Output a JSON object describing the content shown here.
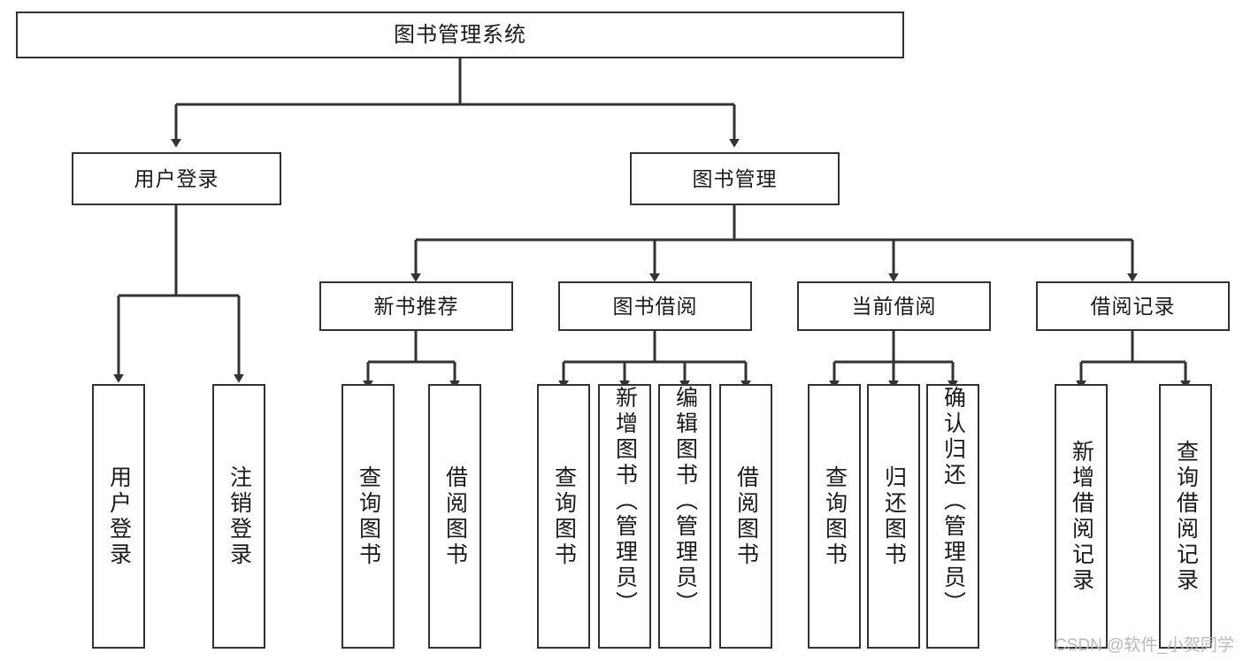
{
  "diagram": {
    "title": "图书管理系统",
    "type": "tree-hierarchy-chart",
    "root": {
      "label": "图书管理系统"
    },
    "level2": [
      {
        "label": "用户登录"
      },
      {
        "label": "图书管理"
      }
    ],
    "level3": [
      {
        "label": "新书推荐"
      },
      {
        "label": "图书借阅"
      },
      {
        "label": "当前借阅"
      },
      {
        "label": "借阅记录"
      }
    ],
    "leaves": {
      "user_login": [
        {
          "label": "用户登录"
        },
        {
          "label": "注销登录"
        }
      ],
      "new_book_recommend": [
        {
          "label": "查询图书"
        },
        {
          "label": "借阅图书"
        }
      ],
      "book_borrow": [
        {
          "label": "查询图书"
        },
        {
          "label": "新增图书（管理员）"
        },
        {
          "label": "编辑图书（管理员）"
        },
        {
          "label": "借阅图书"
        }
      ],
      "current_borrow": [
        {
          "label": "查询图书"
        },
        {
          "label": "归还图书"
        },
        {
          "label": "确认归还（管理员）"
        }
      ],
      "borrow_record": [
        {
          "label": "新增借阅记录"
        },
        {
          "label": "查询借阅记录"
        }
      ]
    },
    "watermark": "CSDN @软件_小贺同学",
    "colors": {
      "border": "#333333",
      "text": "#1a1a1a",
      "background": "#ffffff",
      "watermark": "#b9b9b9"
    }
  }
}
